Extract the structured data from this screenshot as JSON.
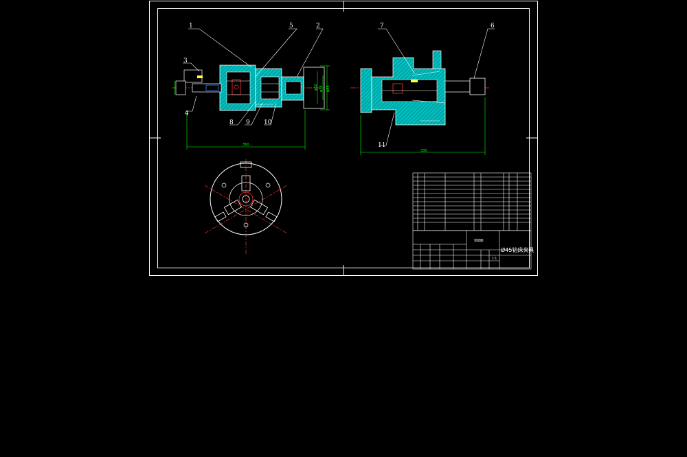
{
  "part_labels": [
    "1",
    "2",
    "3",
    "4",
    "5",
    "6",
    "7",
    "8",
    "9",
    "10",
    "11"
  ],
  "dimensions": {
    "front_width": "360",
    "side_width": "330",
    "dia_a": "φ62",
    "dia_b": "φ75",
    "dia_c": "φ85"
  },
  "title_block": {
    "drawing_title": "Ø45钻床夹具",
    "assembly_label": "装配图",
    "scale": "1:1"
  },
  "colors": {
    "background": "#000000",
    "sheet_line": "#ffffff",
    "section_fill": "#00c0c0",
    "dimension": "#00ff00",
    "center_line": "#ff0000"
  }
}
